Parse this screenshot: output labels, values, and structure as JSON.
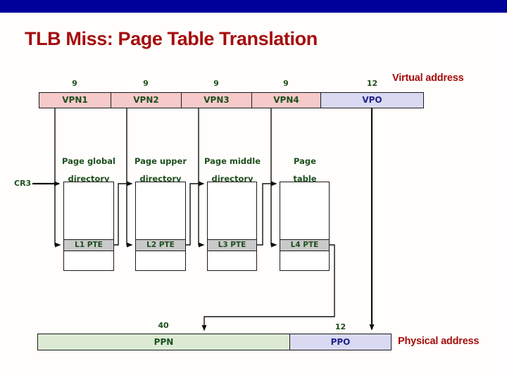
{
  "slide": {
    "title": "TLB Miss: Page Table Translation"
  },
  "virtual_address": {
    "label": "Virtual address",
    "fields": [
      {
        "name": "VPN1",
        "bits": "9"
      },
      {
        "name": "VPN2",
        "bits": "9"
      },
      {
        "name": "VPN3",
        "bits": "9"
      },
      {
        "name": "VPN4",
        "bits": "9"
      },
      {
        "name": "VPO",
        "bits": "12"
      }
    ]
  },
  "cr3_label": "CR3",
  "tables": [
    {
      "title_line1": "Page global",
      "title_line2": "directory",
      "entry": "L1 PTE"
    },
    {
      "title_line1": "Page upper",
      "title_line2": "directory",
      "entry": "L2 PTE"
    },
    {
      "title_line1": "Page middle",
      "title_line2": "directory",
      "entry": "L3 PTE"
    },
    {
      "title_line1": "Page",
      "title_line2": "table",
      "entry": "L4 PTE"
    }
  ],
  "physical_address": {
    "label": "Physical address",
    "fields": [
      {
        "name": "PPN",
        "bits": "40"
      },
      {
        "name": "PPO",
        "bits": "12"
      }
    ]
  },
  "colors": {
    "top_bar": "#00019b",
    "title_red": "#a50d0d",
    "diagram_green": "#1d4f1d",
    "navy_text": "#222288",
    "vpn_pink": "#f6caca",
    "vpo_lavender": "#d9d9f2",
    "ppn_green": "#dcead4",
    "entry_gray": "#c9c9c9"
  }
}
